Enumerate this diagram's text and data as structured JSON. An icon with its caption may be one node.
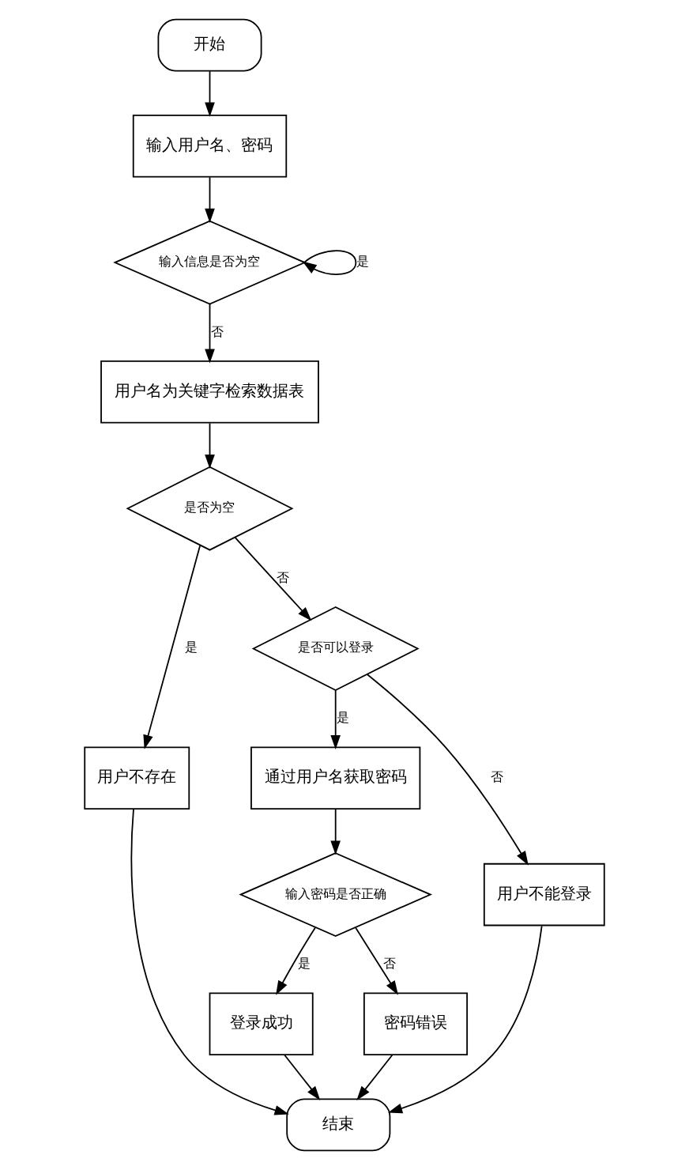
{
  "diagram": {
    "nodes": [
      {
        "text": [
          "开始"
        ]
      },
      {
        "text": [
          "输入用户名、密码"
        ]
      },
      {
        "text": [
          "输入信息是否为空"
        ]
      },
      {
        "text": [
          "用户名为关键字检索数据表"
        ]
      },
      {
        "text": [
          "是否为空"
        ]
      },
      {
        "text": [
          "用户不存在"
        ]
      },
      {
        "text": [
          "是否可以登录"
        ]
      },
      {
        "text": [
          "通过用户名获取密码"
        ]
      },
      {
        "text": [
          "用户不能登录"
        ]
      },
      {
        "text": [
          "输入密码是否正确"
        ]
      },
      {
        "text": [
          "登录成功"
        ]
      },
      {
        "text": [
          "密码错误"
        ]
      },
      {
        "text": [
          "结束"
        ]
      }
    ],
    "edges": [
      {
        "from": 0,
        "to": 1,
        "arrow": "to"
      },
      {
        "from": 1,
        "to": 2,
        "arrow": "to"
      },
      {
        "from": 2,
        "to": 2,
        "arrow": "to",
        "label": "是"
      },
      {
        "from": 2,
        "to": 3,
        "arrow": "to",
        "label": "否"
      },
      {
        "from": 3,
        "to": 4,
        "arrow": "to"
      },
      {
        "from": 4,
        "to": 5,
        "arrow": "to",
        "label": "是"
      },
      {
        "from": 4,
        "to": 6,
        "arrow": "to",
        "label": "否"
      },
      {
        "from": 6,
        "to": 7,
        "arrow": "to",
        "label": "是"
      },
      {
        "from": 6,
        "to": 8,
        "arrow": "to",
        "label": "否"
      },
      {
        "from": 7,
        "to": 9,
        "arrow": "to"
      },
      {
        "from": 9,
        "to": 10,
        "arrow": "to",
        "label": "是"
      },
      {
        "from": 9,
        "to": 11,
        "arrow": "to",
        "label": "否"
      },
      {
        "from": 10,
        "to": 12,
        "arrow": "to"
      },
      {
        "from": 5,
        "to": 12,
        "arrow": "to"
      },
      {
        "from": 11,
        "to": 12,
        "arrow": "to"
      },
      {
        "from": 8,
        "to": 12,
        "arrow": "to"
      }
    ]
  }
}
